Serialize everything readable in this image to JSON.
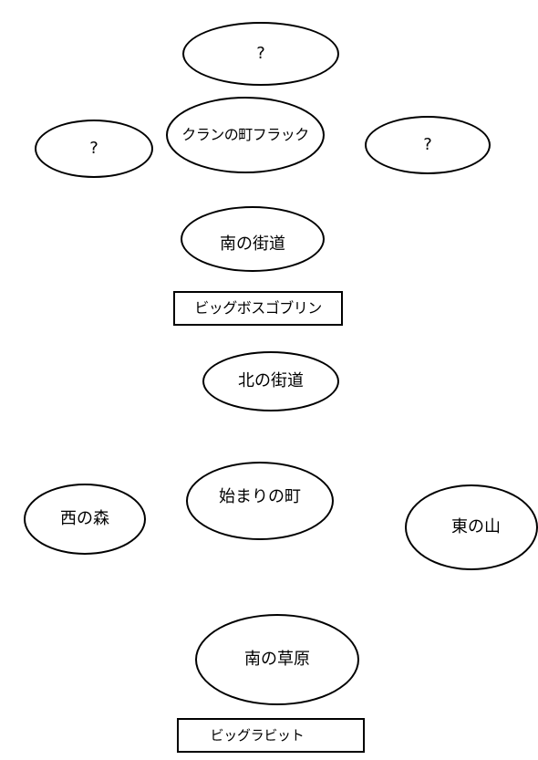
{
  "diagram": {
    "nodes": {
      "unknown_north": "?",
      "clan_town_flak": "クランの町フラック",
      "unknown_west": "?",
      "unknown_east": "?",
      "south_road": "南の街道",
      "boss_big_boss_goblin": "ビッグボスゴブリン",
      "north_road": "北の街道",
      "starting_town": "始まりの町",
      "west_forest": "西の森",
      "east_mountain": "東の山",
      "south_grassland": "南の草原",
      "boss_big_rabbit": "ビッグラビット"
    }
  }
}
